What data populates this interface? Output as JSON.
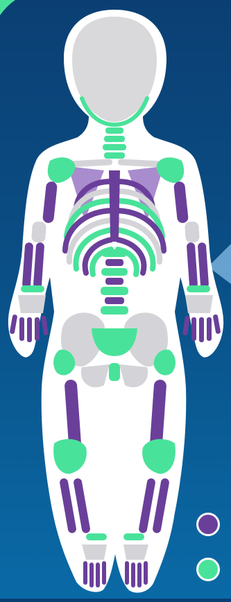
{
  "diagram": {
    "subject": "child skeleton",
    "colors": {
      "background_top": "#0b3f73",
      "background_bottom": "#0a6aa6",
      "silhouette": "#ffffff",
      "head": "#d9d9db",
      "bone_gray": "#d4d4d8",
      "purple": "#6a3f9a",
      "purple_light": "#9a78c4",
      "green": "#49e29a"
    }
  },
  "legend": [
    {
      "id": "purple",
      "color": "#6a3f9a"
    },
    {
      "id": "green",
      "color": "#49e29a"
    }
  ]
}
